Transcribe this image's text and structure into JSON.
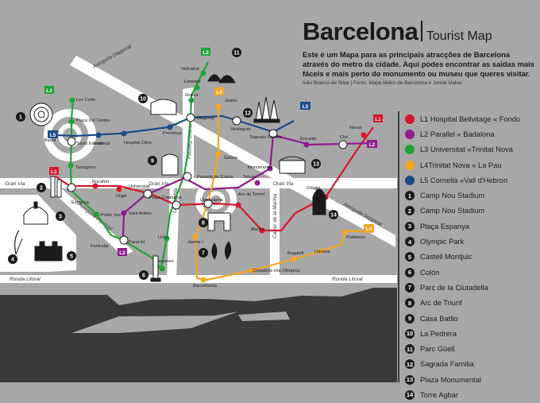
{
  "header": {
    "title": "Barcelona",
    "subtitle": "Tourist Map",
    "intro": "Este é um Mapa para as principais atracções de Barcelona através do metro da cidade. Aqui podes encontrar as saídas mais fáceis e mais perto do monumento ou museu que queres visitar.",
    "credits": "Inês Branco de Silva | Fonts: Mapa Metro de Barcelona e Jornal Maker."
  },
  "colors": {
    "L1": "#d7182a",
    "L2": "#8e1c8c",
    "L3": "#1fa339",
    "L4": "#f5a623",
    "L5": "#1f4b86",
    "sea": "#3a3a3a",
    "land": "#a7a7a7",
    "road": "#ffffff",
    "ink": "#1b1b1b"
  },
  "legend": {
    "lines": [
      {
        "code": "L1",
        "label": "L1 Hospital Bellvitage « Fondo"
      },
      {
        "code": "L2",
        "label": "L2 Parallel « Badalona"
      },
      {
        "code": "L3",
        "label": "L3 Universitat «Trinitat Nova"
      },
      {
        "code": "L4",
        "label": "L4Trinitat Nova « La Pau"
      },
      {
        "code": "L5",
        "label": "L5 Cornellà «Vall d'Hebron"
      }
    ],
    "attractions": [
      {
        "num": "1",
        "label": "Camp Nou Stadium"
      },
      {
        "num": "2",
        "label": "Camp Nou Stadium"
      },
      {
        "num": "3",
        "label": "Plaça Espanya"
      },
      {
        "num": "4",
        "label": "Olympic Park"
      },
      {
        "num": "5",
        "label": "Castell Montjuic"
      },
      {
        "num": "6",
        "label": "Colón"
      },
      {
        "num": "7",
        "label": "Parc de la Ciutadella"
      },
      {
        "num": "8",
        "label": "Arc de Triunf"
      },
      {
        "num": "9",
        "label": "Casa Batllo"
      },
      {
        "num": "10",
        "label": "La Pedrera"
      },
      {
        "num": "11",
        "label": "Parc Güell"
      },
      {
        "num": "12",
        "label": "Sagrada Familia"
      },
      {
        "num": "13",
        "label": "Plaza Monumental"
      },
      {
        "num": "14",
        "label": "Torre Agbar"
      }
    ]
  },
  "roads": {
    "diagonal": "Avinguda Diagonal",
    "gran_via_left": "Gran Via",
    "gran_via_mid": "Gran Via",
    "gran_via_right": "Gran Via",
    "ronda_left": "Ronda Litoral",
    "ronda_right": "Ronda Litoral",
    "paral_lel": "Avinguda Paral·lel",
    "rambla": "La Rambla",
    "passeig": "Passeig Gràcia",
    "marina": "Carrer de la Marina",
    "diagonal_east": "Avinguda Diagonal"
  },
  "stations": {
    "les_corts": "Les Corts",
    "placa_del_centre": "Plaça Del Centre",
    "sants_estacio": "Sants Estació",
    "badal": "Badal",
    "tarragona": "Tarragona",
    "espanya": "Espanya",
    "poble_sec": "Poble Sec",
    "parallel": "Paral·lel",
    "funicular": "Funicular",
    "rocafort": "Rocafort",
    "urgel": "Urgel",
    "universitat": "Universitat",
    "placa_catalunya": "Plaça Catalunya",
    "sant_antoni": "Sant Antoni",
    "liceu": "Liceu",
    "drassanes": "Drassanes",
    "passeig_de_gracia": "Passeig de Gràcia",
    "urquinaona": "Urquinaona",
    "arc_de_triomf": "Arc de Triomf",
    "jaume": "Jaume I",
    "barceloneta": "Barceloneta",
    "ciutadella": "Ciutadella Vila Olímpica",
    "bogatell": "Bogatell",
    "llacuna": "Llacuna",
    "poblenou": "Poblenou",
    "marina": "Marina",
    "tetuan": "Tetuan",
    "monumental": "Monumental",
    "girona": "Girona",
    "verdaguer": "Verdaguer",
    "sagrada_familia": "Sagrada Familia",
    "encants": "Encants",
    "clot": "Clot",
    "navas": "Navas",
    "glories": "Glòries",
    "diagonal": "Diagonal",
    "provenca": "Provença",
    "hospital_clinic": "Hospital Clinic",
    "entenca": "Entença",
    "gracia": "Gracia",
    "lesseps": "Lesseps",
    "vallcarca": "Vallcarca",
    "joanic": "Joanic"
  },
  "line_badges": {
    "l3_top": "L3",
    "l3_left": "L3",
    "l5_left": "L5",
    "l1_left": "L1",
    "l2_left": "L2",
    "l4_top": "L4",
    "l5_right": "L5",
    "l1_right": "L1",
    "l2_right": "L2",
    "l4_right": "L4"
  },
  "markers": {
    "m1": "1",
    "m2": "2",
    "m3": "3",
    "m4": "4",
    "m5": "5",
    "m6": "6",
    "m7": "7",
    "m8": "8",
    "m9": "9",
    "m10": "10",
    "m11": "11",
    "m12": "12",
    "m13": "13",
    "m14": "14"
  }
}
